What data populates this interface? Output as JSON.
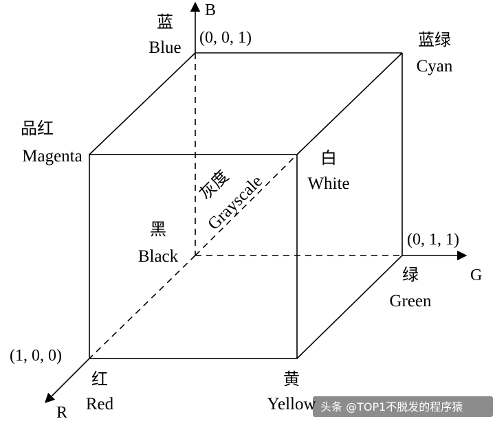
{
  "axes": {
    "b": "B",
    "g": "G",
    "r": "R"
  },
  "coords": {
    "blue": "(0, 0, 1)",
    "green": "(0, 1, 1)",
    "red": "(1, 0, 0)"
  },
  "vertices": {
    "blue": {
      "cn": "蓝",
      "en": "Blue"
    },
    "cyan": {
      "cn": "蓝绿",
      "en": "Cyan"
    },
    "magenta": {
      "cn": "品红",
      "en": "Magenta"
    },
    "white": {
      "cn": "白",
      "en": "White"
    },
    "black": {
      "cn": "黑",
      "en": "Black"
    },
    "green": {
      "cn": "绿",
      "en": "Green"
    },
    "red": {
      "cn": "红",
      "en": "Red"
    },
    "yellow": {
      "cn": "黄",
      "en": "Yellow"
    }
  },
  "grayscale": {
    "cn": "灰度",
    "en": "Grayscale"
  },
  "watermark": "头条 @TOP1不脱发的程序猿",
  "colors": {
    "line": "#000000",
    "background": "#ffffff"
  }
}
